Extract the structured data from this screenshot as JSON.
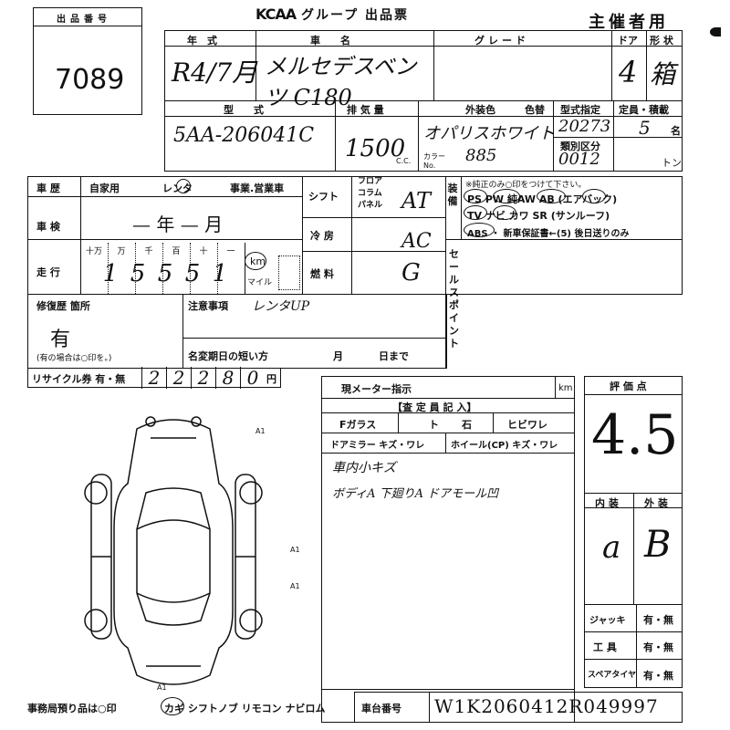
{
  "header": {
    "lot_label": "出品番号",
    "lot_number": "7089",
    "logo": "KCAA",
    "title": "グループ 出品票",
    "organizer": "主催者用"
  },
  "row1": {
    "year_label": "年　式",
    "name_label": "車　　名",
    "grade_label": "グレード",
    "doors_label": "ドア",
    "shape_label": "形 状",
    "year_value": "R4/7月",
    "name_value": "メルセデスベンツ C180",
    "doors_value": "4",
    "shape_value": "箱"
  },
  "row2": {
    "model_label": "型　　式",
    "displacement_label": "排 気 量",
    "exterior_color_label": "外装色",
    "color_no_label": "色替",
    "type_designation_label": "型式指定",
    "capacity_label": "定員・積載",
    "model_value": "5AA-206041C",
    "displacement_value": "1500",
    "cc_unit": "C.C.",
    "exterior_color_value": "オパリスホワイト",
    "color_code_label": "カラーNo.",
    "color_code_value": "885",
    "type_designation_value": "20273",
    "capacity_value": "5",
    "capacity_unit": "名",
    "category_label": "類別区分",
    "category_value": "0012",
    "ton_unit": "トン"
  },
  "history": {
    "label": "車 歴",
    "private": "自家用",
    "rental": "レンタ",
    "business": "事業.営業車",
    "inspection_label": "車 検",
    "inspection_value": "— 年 — 月",
    "mileage_label": "走 行",
    "digit_labels": [
      "十万",
      "万",
      "千",
      "百",
      "十",
      "一"
    ],
    "mileage_digits": [
      "1",
      "5",
      "5",
      "5",
      "1"
    ],
    "km_label": "km",
    "mile_label": "マイル",
    "shift_label": "シフト",
    "shift_options": [
      "フロア",
      "コラム",
      "パネル"
    ],
    "shift_value": "AT",
    "ac_label": "冷 房",
    "ac_value": "AC",
    "fuel_label": "燃 料",
    "fuel_value": "G"
  },
  "equipment": {
    "label": "装備",
    "note": "※純正のみ○印をつけて下さい。",
    "line1": "PS PW 純AW AB (エアバック)",
    "line2": "TV ナビ カワ SR (サンルーフ)",
    "line3": "ABS ・ 新車保証書←(5) 後日送りのみ"
  },
  "repair": {
    "label": "修復歴 箇所",
    "value": "有",
    "note": "(有の場合は○印を。)",
    "caution_label": "注意事項",
    "caution_value": "レンタUP",
    "name_change_label": "名変期日の短い方",
    "month_label": "月",
    "day_label": "日まで"
  },
  "sales_point": {
    "label": "セールスポイント"
  },
  "recycle": {
    "label": "リサイクル券 有・無",
    "digits": [
      "2",
      "2",
      "2",
      "8",
      "0"
    ],
    "yen": "円"
  },
  "meter": {
    "label": "現メーター指示",
    "km": "km"
  },
  "inspector": {
    "title": "【査 定 員 記 入】",
    "glass_label": "Fガラス",
    "glass_options": [
      "ト",
      "石",
      "ヒビワレ"
    ],
    "mirror_label": "ドアミラー キズ・ワレ",
    "wheel_label": "ホイール(CP) キズ・ワレ",
    "note1": "車内小キズ",
    "note2": "ボディA 下廻りA ドアモール凹"
  },
  "evaluation": {
    "label": "評 価 点",
    "score": "4.5",
    "interior_label": "内 装",
    "exterior_label": "外 装",
    "interior_value": "a",
    "exterior_value": "B",
    "jack_label": "ジャッキ",
    "tools_label": "工 具",
    "spare_label": "スペアタイヤ",
    "yes_no": "有・無"
  },
  "diagram": {
    "marks": [
      "A1",
      "A1",
      "A1",
      "A1"
    ]
  },
  "footer": {
    "office_note": "事務局預り品は○印",
    "items": "カギ シフトノブ リモコン ナビロム",
    "chassis_label": "車台番号",
    "chassis_value": "W1K2060412R049997"
  }
}
